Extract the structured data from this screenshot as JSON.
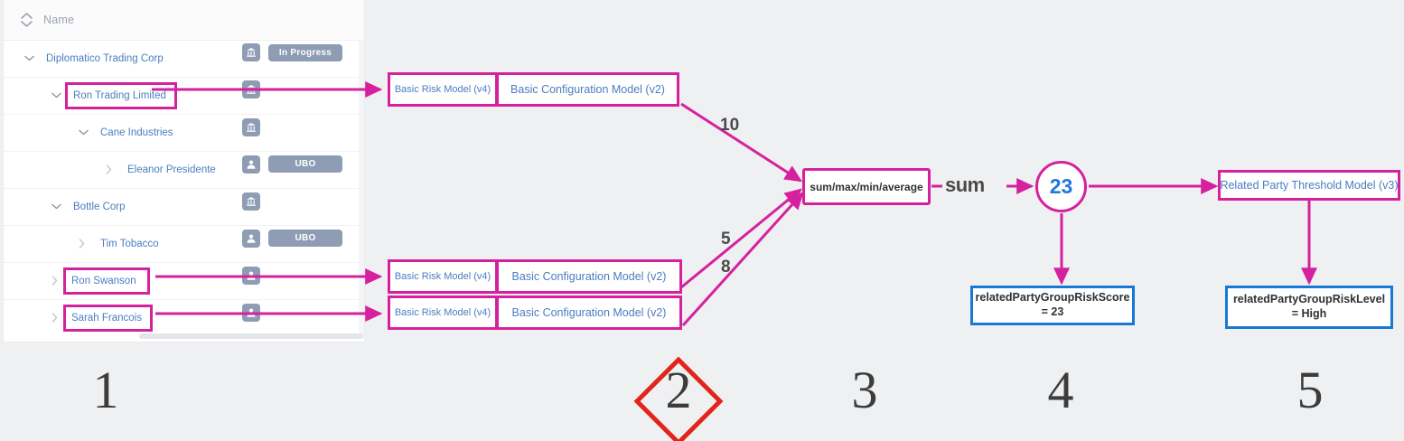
{
  "tree": {
    "header": {
      "label": "Name",
      "collapse_icon": "collapse-all-icon"
    },
    "rows": [
      {
        "label": "Diplomatico Trading Corp",
        "depth": 0,
        "chev": "down",
        "icon": "bank-icon",
        "status": "In Progress",
        "highlight": false
      },
      {
        "label": "Ron Trading Limited",
        "depth": 1,
        "chev": "down",
        "icon": "bank-icon",
        "status": "",
        "highlight": true
      },
      {
        "label": "Cane Industries",
        "depth": 2,
        "chev": "down",
        "icon": "bank-icon",
        "status": "",
        "highlight": false
      },
      {
        "label": "Eleanor Presidente",
        "depth": 3,
        "chev": "right",
        "icon": "person-icon",
        "status": "UBO",
        "highlight": false
      },
      {
        "label": "Bottle Corp",
        "depth": 1,
        "chev": "down",
        "icon": "bank-icon",
        "status": "",
        "highlight": false
      },
      {
        "label": "Tim Tobacco",
        "depth": 2,
        "chev": "right",
        "icon": "person-icon",
        "status": "UBO",
        "highlight": false
      },
      {
        "label": "Ron Swanson",
        "depth": 0,
        "chev": "right",
        "icon": "person-icon",
        "status": "",
        "highlight": true
      },
      {
        "label": "Sarah Francois",
        "depth": 0,
        "chev": "right",
        "icon": "person-icon",
        "status": "",
        "highlight": true
      }
    ]
  },
  "models": {
    "risk_label": "Basic Risk Model (v4)",
    "config_label": "Basic Configuration Model (v2)",
    "rows": [
      {
        "risk": "Basic Risk Model (v4)",
        "config": "Basic Configuration Model (v2)"
      },
      {
        "risk": "Basic Risk Model (v4)",
        "config": "Basic Configuration Model (v2)"
      },
      {
        "risk": "Basic Risk Model (v4)",
        "config": "Basic Configuration Model (v2)"
      }
    ]
  },
  "aggregation": {
    "label": "sum/max/min/average",
    "operation": "sum",
    "result": "23",
    "edge_weights": [
      "10",
      "5",
      "8"
    ]
  },
  "threshold": {
    "label": "Related Party Threshold Model (v3)"
  },
  "outputs": {
    "score": "relatedPartyGroupRiskScore = 23",
    "level": "relatedPartyGroupRiskLevel = High"
  },
  "steps": [
    {
      "number": "1",
      "highlighted": false
    },
    {
      "number": "2",
      "highlighted": true
    },
    {
      "number": "3",
      "highlighted": false
    },
    {
      "number": "4",
      "highlighted": false
    },
    {
      "number": "5",
      "highlighted": false
    }
  ],
  "colors": {
    "accent_magenta": "#d6219f",
    "accent_blue": "#1878d6",
    "link_blue": "#4b7dc0",
    "badge_grey": "#8e9cb4",
    "highlight_red": "#e1251b",
    "canvas_bg": "#eff0f2"
  }
}
